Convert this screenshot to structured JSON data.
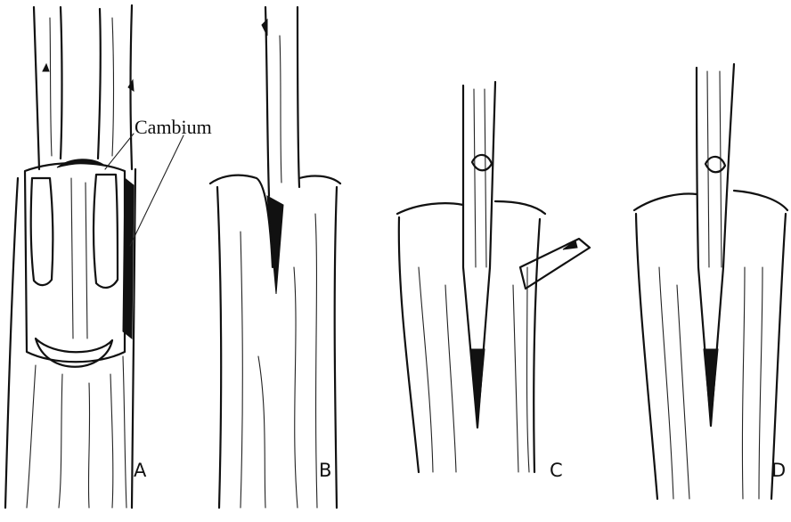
{
  "figure": {
    "callout_label": "Cambium",
    "panels": [
      {
        "id": "A",
        "label": "A"
      },
      {
        "id": "B",
        "label": "B"
      },
      {
        "id": "C",
        "label": "C"
      },
      {
        "id": "D",
        "label": "D"
      }
    ],
    "colors": {
      "ink": "#111111",
      "background": "#ffffff"
    }
  }
}
